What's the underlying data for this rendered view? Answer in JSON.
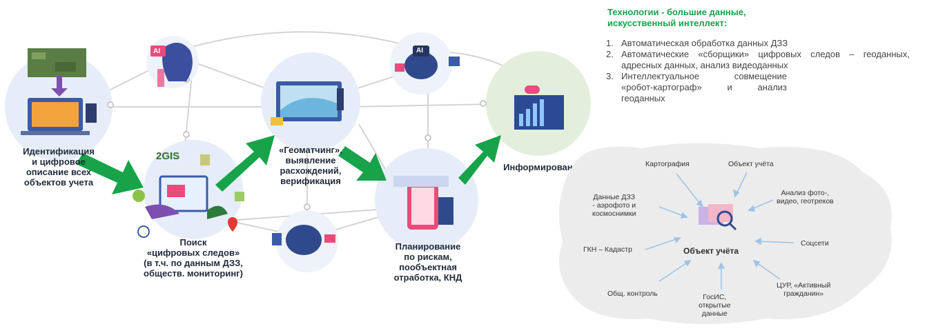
{
  "tech": {
    "title_line1": "Технологии - большие данные,",
    "title_line2": "искусственный интеллект:",
    "items": [
      {
        "num": "1.",
        "text": "Автоматическая обработка данных ДЗЗ"
      },
      {
        "num": "2.",
        "text": "Автоматические «сборщики» цифровых следов – геоданных, адресных данных, анализ видеоданных"
      },
      {
        "num": "3.",
        "text": "Интеллектуальное совмещение «робот-картограф» и анализ геоданных"
      }
    ]
  },
  "stages": {
    "identification": [
      "Идентификация",
      "и цифровое",
      "описание всех",
      "объектов учета"
    ],
    "search": [
      "Поиск",
      "«цифровых следов»",
      "(в т.ч. по данным ДЗЗ,",
      "общеcтв. мониторинг)"
    ],
    "geomatching": [
      "«Геоматчинг»,",
      "выявление",
      "расхождений,",
      "верификация"
    ],
    "planning": [
      "Планирование",
      "по рискам,",
      "пообъектная",
      "отработка, КНД"
    ],
    "informing": [
      "Информирование"
    ]
  },
  "icons": {
    "logo_2gis": "2GIS",
    "ai_badge_1": "AI",
    "ai_badge_2": "AI"
  },
  "sources": {
    "center": "Объект учёта",
    "cartography": "Картография",
    "object": "Объект учёта",
    "photo_analysis": [
      "Анализ фото-,",
      "видео, геотреков"
    ],
    "dzz": [
      "Данные ДЗЗ",
      "- аэрофото и",
      "космоснимки"
    ],
    "socials": "Соцсети",
    "gkn": "ГКН – Кадастр",
    "cur": [
      "ЦУР, «Активный",
      "гражданин»"
    ],
    "public_control": "Общ. контроль",
    "gosis": [
      "ГосИС,",
      "открытые",
      "данные"
    ]
  },
  "colors": {
    "accent_green": "#16a34a",
    "arrow_green": "#16a34a",
    "circle_blue": "#e6edf8",
    "circle_green": "#e3efdc",
    "cloud_gray": "#eeeeee",
    "connector": "#cfcfcf",
    "source_arrow": "#9ec3e6"
  }
}
